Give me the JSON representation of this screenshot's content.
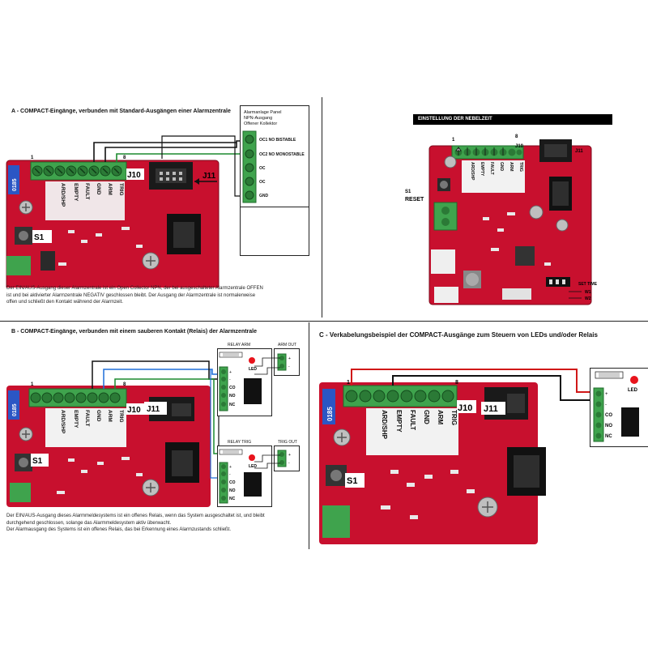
{
  "sectionA": {
    "heading": "A - COMPACT-Eingänge, verbunden mit Standard-Ausgängen einer Alarmzentrale",
    "panel_title": [
      "Alarmanlage Panel",
      "NPN-Ausgang",
      "Offener Kollektor"
    ],
    "panel_terminals": [
      "OC1 NO BISTABLE",
      "OC2 NO MONOSTABLE",
      "OC",
      "OC",
      "GND"
    ],
    "pin1": "1",
    "pin8": "8",
    "pins": [
      "ARD/SHP",
      "EMPTY",
      "FAULT",
      "GND",
      "ARM",
      "TRIG"
    ],
    "j10": "J10",
    "j11": "J11",
    "s1": "S1",
    "chip_label": "0185",
    "description": [
      "Der EIN/AUS-Ausgang dieser Alarmzentrale ist ein Open Collector NPN, der bei ausgeschalteter Alarmzentrale OFFEN",
      "ist und bei aktivierter Alarmzentrale NEGATIV geschlossen bleibt. Der Ausgang der Alarmzentrale ist normalerweise",
      "offen und schließt den Kontakt während der Alarmzeit."
    ]
  },
  "fogtime": {
    "title": "EINSTELLUNG DER NEBELZEIT",
    "pin1": "1",
    "pin8": "8",
    "j10": "J10",
    "j11": "J11",
    "s1": "S1",
    "reset": "RESET",
    "set_time": "SET TIME",
    "w1": "W1",
    "w2": "W2",
    "pins": [
      "ARD/SHP",
      "EMPTY",
      "FAULT",
      "GND",
      "ARM",
      "TRIG"
    ]
  },
  "sectionB": {
    "heading": "B - COMPACT-Eingänge, verbunden mit einem sauberen Kontakt (Relais) der Alarmzentrale",
    "relay_arm": "RELAY ARM",
    "relay_trig": "RELAY TRIG",
    "arm_out": "ARM OUT",
    "trig_out": "TRIG OUT",
    "led": "LED",
    "relay_terminals": [
      "CO",
      "NO",
      "NC"
    ],
    "pin1": "1",
    "pin8": "8",
    "pins": [
      "ARD/SHP",
      "EMPTY",
      "FAULT",
      "GND",
      "ARM",
      "TRIG"
    ],
    "j10": "J10",
    "j11": "J11",
    "s1": "S1",
    "chip_label": "0185",
    "description": [
      "Der EIN/AUS-Ausgang dieses Alarmmeldesystems ist ein offenes Relais, wenn das System ausgeschaltet ist, und bleibt",
      "durchgehend geschlossen, solange das Alarmmeldesystem aktiv überwacht.",
      "Der Alarmausgang des Systems ist ein offenes Relais, das bei Erkennung eines Alarmzustands schließt."
    ]
  },
  "sectionC": {
    "heading": "C - Verkabelungsbeispiel der COMPACT-Ausgänge zum Steuern von LEDs und/oder Relais",
    "led": "LED",
    "relay_terminals": [
      "CO",
      "NO",
      "NC"
    ],
    "pin1": "1",
    "pin8": "8",
    "pins": [
      "ARD/SHP",
      "EMPTY",
      "FAULT",
      "GND",
      "ARM",
      "TRIG"
    ],
    "j10": "J10",
    "j11": "J11",
    "s1": "S1",
    "chip_label": "0185"
  },
  "colors": {
    "pcb": "#c8102e",
    "terminal": "#3fa34d",
    "wire_black": "#111111",
    "wire_green": "#1c8a2e",
    "wire_blue": "#1e6fd9",
    "wire_red": "#d01818",
    "led_red": "#e8141c"
  }
}
